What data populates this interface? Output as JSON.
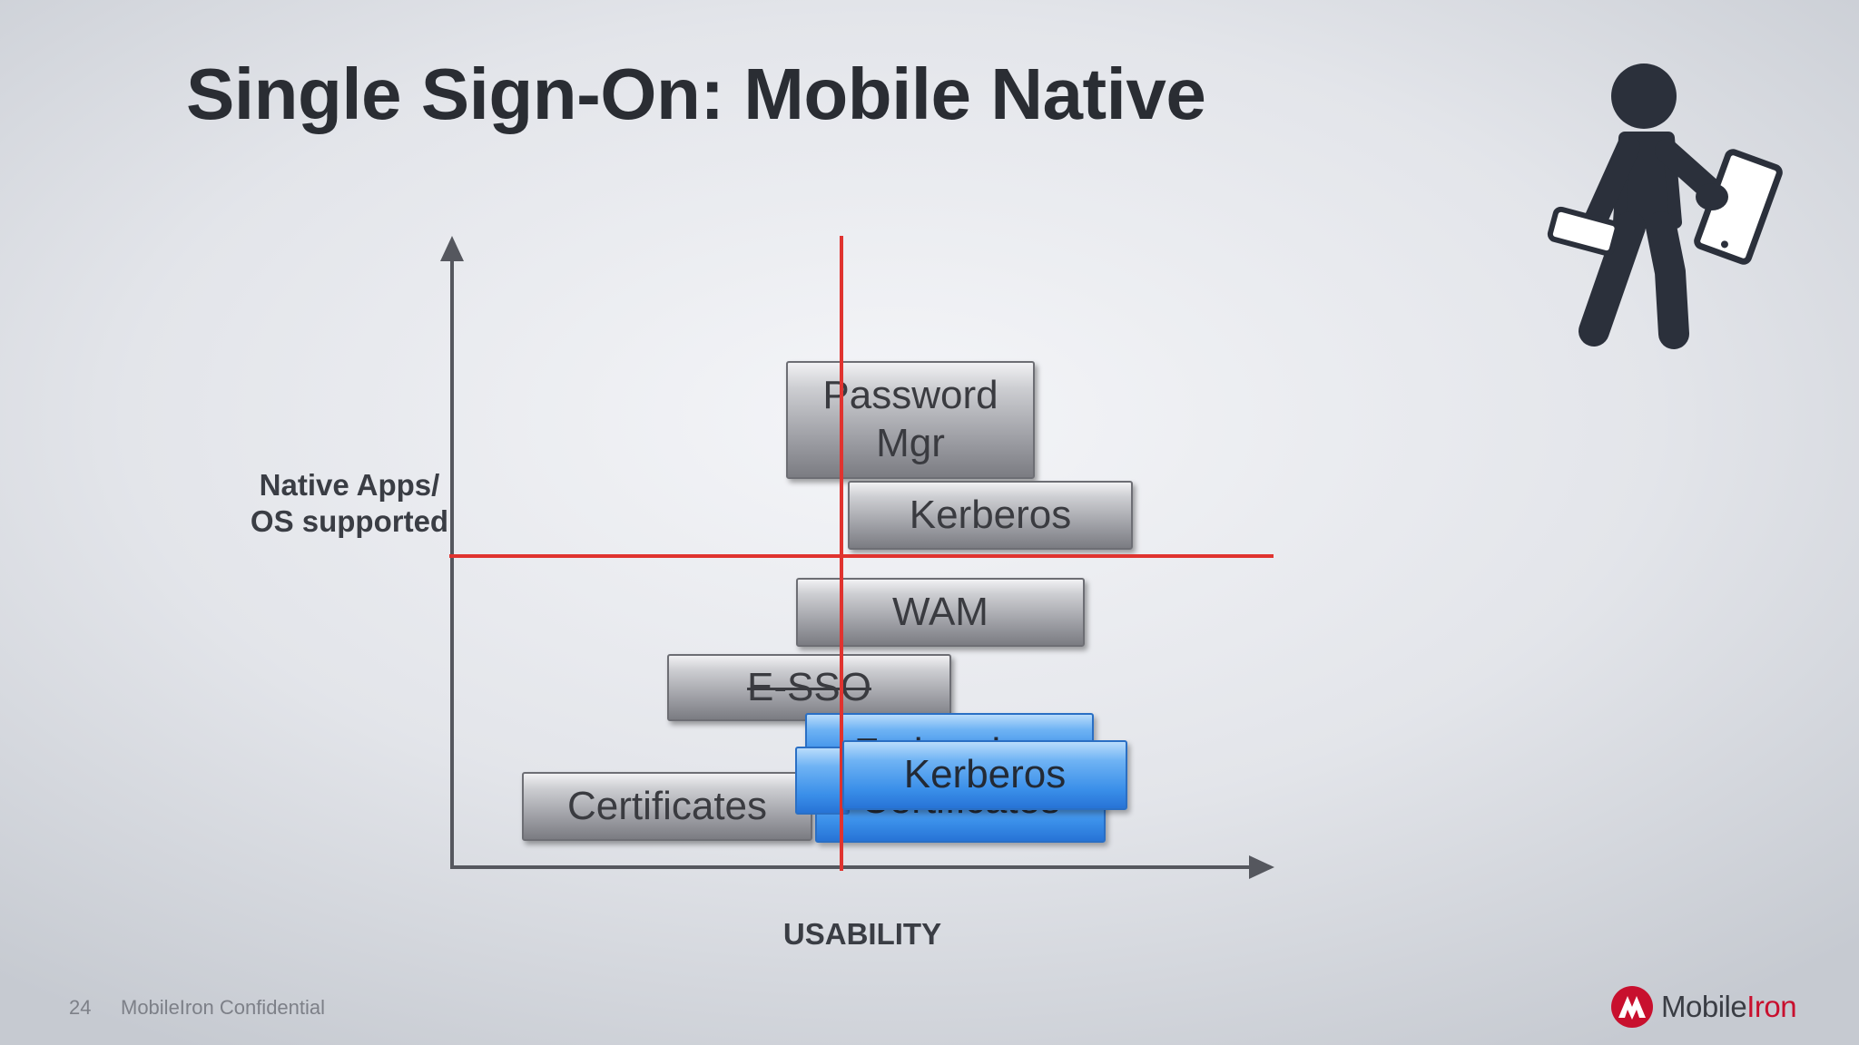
{
  "slide": {
    "title": "Single Sign-On: Mobile Native",
    "page_number": "24",
    "confidential": "MobileIron Confidential"
  },
  "diagram": {
    "y_axis_label_line1": "Native Apps/",
    "y_axis_label_line2": "OS supported",
    "x_axis_label": "USABILITY",
    "gray_boxes": {
      "password_mgr_line1": "Password",
      "password_mgr_line2": "Mgr",
      "kerberos": "Kerberos",
      "wam": "WAM",
      "esso": "E-SSO",
      "certificates": "Certificates"
    },
    "blue_boxes": {
      "federation": "Federation",
      "certificates": "Certificates",
      "kerberos": "Kerberos"
    },
    "colors": {
      "divider_red": "#e0332f",
      "axis": "#55575e",
      "gray_box": "#9c9da3",
      "blue_box": "#3a8fe9",
      "brand_red": "#c8102e"
    }
  },
  "icons": {
    "person": "person-with-phone-and-tablet-icon",
    "logo": "mobileiron-logo-icon"
  },
  "logo": {
    "word1": "Mobile",
    "word2": "Iron"
  }
}
